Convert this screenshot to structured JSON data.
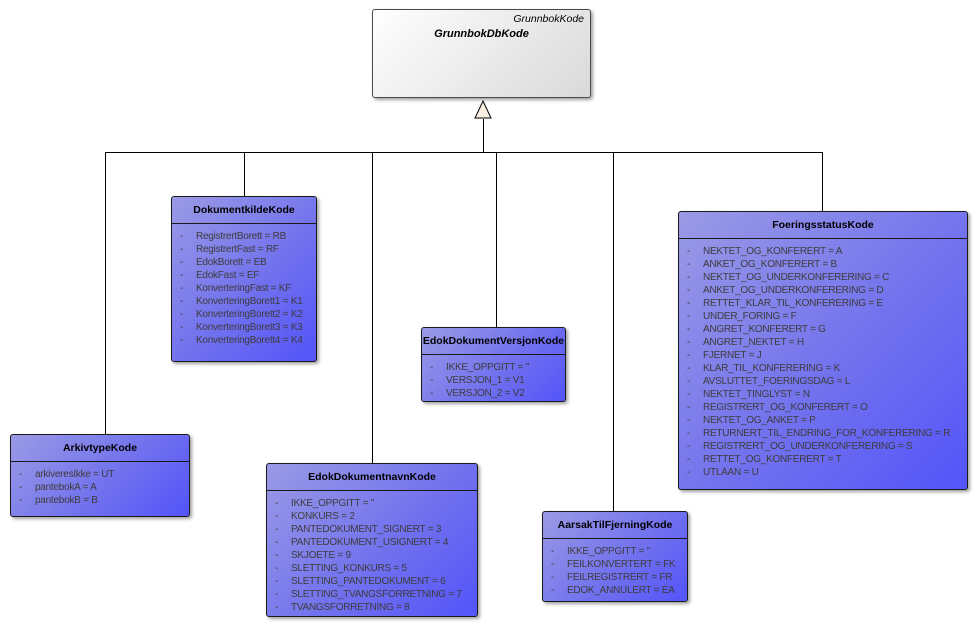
{
  "visibility_marker": "-",
  "parent_class": {
    "stereotype": "GrunnbokKode",
    "name": "GrunnbokDbKode"
  },
  "classes": [
    {
      "name": "DokumentkildeKode",
      "attributes": [
        "RegistrertBorett = RB",
        "RegistrertFast = RF",
        "EdokBorett = EB",
        "EdokFast = EF",
        "KonverteringFast = KF",
        "KonverteringBorett1 = K1",
        "KonverteringBorett2 = K2",
        "KonverteringBorett3 = K3",
        "KonverteringBorett4 = K4"
      ]
    },
    {
      "name": "ArkivtypeKode",
      "attributes": [
        "arkiveresIkke = UT",
        "pantebokA = A",
        "pantebokB = B"
      ]
    },
    {
      "name": "EdokDokumentVersjonKode",
      "attributes": [
        "IKKE_OPPGITT = ''",
        "VERSJON_1 = V1",
        "VERSJON_2 = V2"
      ]
    },
    {
      "name": "EdokDokumentnavnKode",
      "attributes": [
        "IKKE_OPPGITT = ''",
        "KONKURS = 2",
        "PANTEDOKUMENT_SIGNERT = 3",
        "PANTEDOKUMENT_USIGNERT = 4",
        "SKJOETE = 9",
        "SLETTING_KONKURS = 5",
        "SLETTING_PANTEDOKUMENT = 6",
        "SLETTING_TVANGSFORRETNING = 7",
        "TVANGSFORRETNING = 8"
      ]
    },
    {
      "name": "AarsakTilFjerningKode",
      "attributes": [
        "IKKE_OPPGITT = ''",
        "FEILKONVERTERT = FK",
        "FEILREGISTRERT = FR",
        "EDOK_ANNULERT = EA"
      ]
    },
    {
      "name": "FoeringsstatusKode",
      "attributes": [
        "NEKTET_OG_KONFERERT = A",
        "ANKET_OG_KONFERERT = B",
        "NEKTET_OG_UNDERKONFERERING = C",
        "ANKET_OG_UNDERKONFERERING = D",
        "RETTET_KLAR_TIL_KONFERERING = E",
        "UNDER_FORING = F",
        "ANGRET_KONFERERT = G",
        "ANGRET_NEKTET = H",
        "FJERNET = J",
        "KLAR_TIL_KONFERERING = K",
        "AVSLUTTET_FOERINGSDAG = L",
        "NEKTET_TINGLYST = N",
        "REGISTRERT_OG_KONFERERT = O",
        "NEKTET_OG_ANKET = P",
        "RETURNERT_TIL_ENDRING_FOR_KONFERERING = R",
        "REGISTRERT_OG_UNDERKONFERERING = S",
        "RETTET_OG_KONFERERT = T",
        "UTLAAN = U"
      ]
    }
  ],
  "colors": {
    "background": "#ffffff",
    "class_fill_top": "#9a9ae6",
    "class_fill_bottom": "#5454fa",
    "parent_fill_top": "#ffffff",
    "parent_fill_bottom": "#d9d9d9",
    "box_border": "#1a1a1a",
    "title_text": "#000000",
    "attribute_text": "#3c3c3c",
    "connector": "#000000",
    "arrow_fill": "#f7f0e2"
  }
}
